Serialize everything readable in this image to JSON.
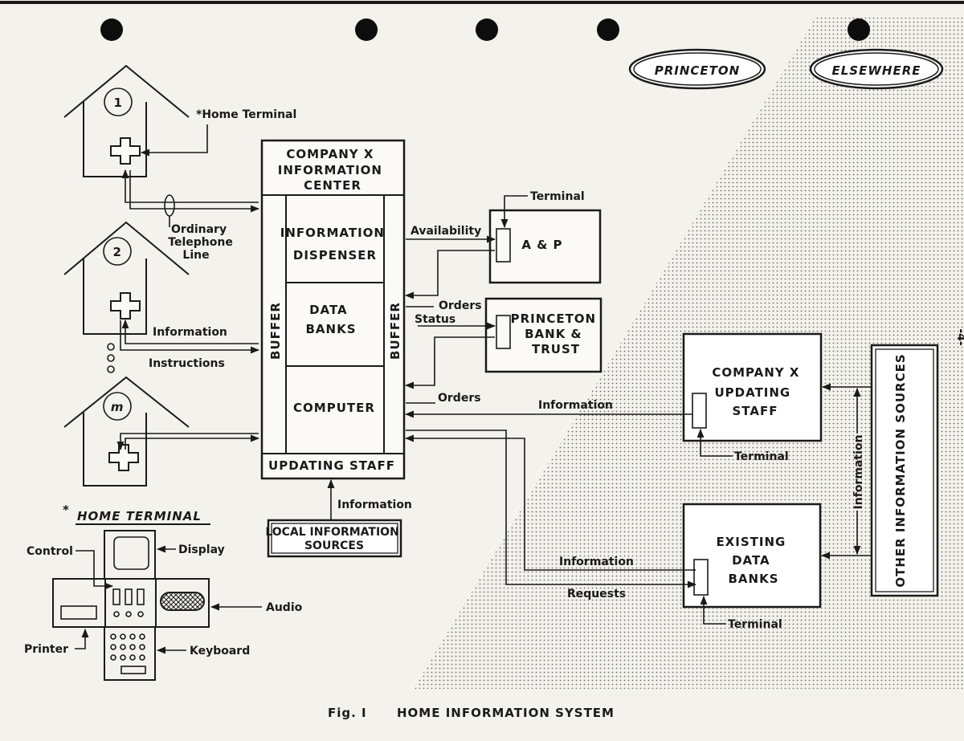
{
  "regions": {
    "left": "PRINCETON",
    "right": "ELSEWHERE"
  },
  "houses": [
    "1",
    "2",
    "m"
  ],
  "home_terminal_label": "*Home Terminal",
  "center": {
    "title": [
      "COMPANY X",
      "INFORMATION",
      "CENTER"
    ],
    "dispenser": [
      "INFORMATION",
      "DISPENSER"
    ],
    "data_banks": [
      "DATA",
      "BANKS"
    ],
    "computer": "COMPUTER",
    "updating": "UPDATING STAFF",
    "buffer": "BUFFER"
  },
  "lines": {
    "ordinary": [
      "Ordinary",
      "Telephone",
      "Line"
    ],
    "information": "Information",
    "instructions": "Instructions",
    "availability": "Availability",
    "orders_status": [
      "Orders",
      "Status"
    ],
    "orders": "Orders",
    "info_updating": "Information",
    "info_local": "Information",
    "info_existing": "Information",
    "requests": "Requests",
    "info_vertical": "Information"
  },
  "terminal": "Terminal",
  "ap": "A & P",
  "bank": [
    "PRINCETON",
    "BANK &",
    "TRUST"
  ],
  "updating_staff": [
    "COMPANY X",
    "UPDATING",
    "STAFF"
  ],
  "existing": [
    "EXISTING",
    "DATA",
    "BANKS"
  ],
  "other_sources": "OTHER INFORMATION SOURCES",
  "local_sources": [
    "LOCAL INFORMATION",
    "SOURCES"
  ],
  "legend": {
    "title": "HOME TERMINAL",
    "star": "*",
    "control": "Control",
    "display": "Display",
    "audio": "Audio",
    "printer": "Printer",
    "keyboard": "Keyboard"
  },
  "page_number": "-4-",
  "caption": {
    "fig": "Fig. I",
    "title": "HOME INFORMATION SYSTEM"
  }
}
